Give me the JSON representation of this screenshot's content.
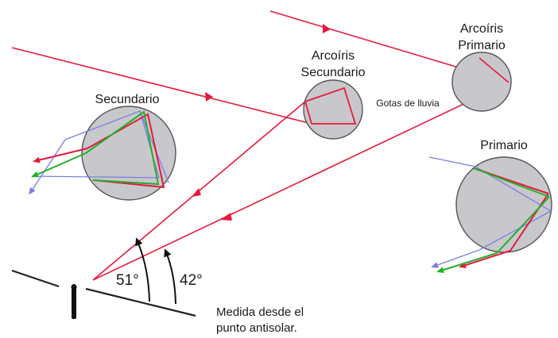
{
  "labels": {
    "secondary_rainbow_line1": "Arcoíris",
    "secondary_rainbow_line2": "Secundario",
    "primary_rainbow_line1": "Arcoíris",
    "primary_rainbow_line2": "Primario",
    "raindrops": "Gotas de lluvia",
    "secondary_detail": "Secundario",
    "primary_detail": "Primario",
    "angle_secondary": "51°",
    "angle_primary": "42°",
    "note_line1": "Medida desde el",
    "note_line2": "punto antisolar."
  },
  "colors": {
    "sunlight": "#e8193c",
    "red_ray": "#e8193c",
    "green_ray": "#22b026",
    "blue_ray": "#7b7fe0",
    "drop_fill": "#c8c8cc",
    "drop_stroke": "#555555",
    "ground": "#222222"
  }
}
